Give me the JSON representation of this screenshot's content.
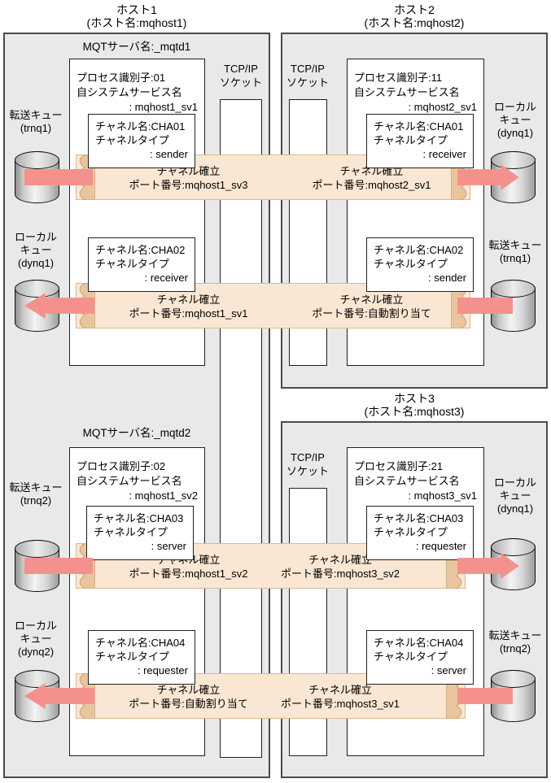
{
  "socket": {
    "line1": "TCP/IP",
    "line2": "ソケット"
  },
  "hosts": [
    {
      "title": "ホスト1",
      "subtitle": "(ホスト名:mqhost1)"
    },
    {
      "title": "ホスト2",
      "subtitle": "(ホスト名:mqhost2)"
    },
    {
      "title": "ホスト3",
      "subtitle": "(ホスト名:mqhost3)"
    }
  ],
  "mqt_servers": [
    {
      "label": "MQTサーバ名:_mqtd1"
    },
    {
      "label": "MQTサーバ名:_mqtd2"
    }
  ],
  "processes": [
    {
      "line1": "プロセス識別子:01",
      "line2": "自システムサービス名",
      "line3": ": mqhost1_sv1"
    },
    {
      "line1": "プロセス識別子:11",
      "line2": "自システムサービス名",
      "line3": ": mqhost2_sv1"
    },
    {
      "line1": "プロセス識別子:02",
      "line2": "自システムサービス名",
      "line3": ": mqhost1_sv2"
    },
    {
      "line1": "プロセス識別子:21",
      "line2": "自システムサービス名",
      "line3": ": mqhost3_sv1"
    }
  ],
  "channels": [
    {
      "line1": "チャネル名:CHA01",
      "line2": "チャネルタイプ",
      "line3": ": sender"
    },
    {
      "line1": "チャネル名:CHA01",
      "line2": "チャネルタイプ",
      "line3": ": receiver"
    },
    {
      "line1": "チャネル名:CHA02",
      "line2": "チャネルタイプ",
      "line3": ": receiver"
    },
    {
      "line1": "チャネル名:CHA02",
      "line2": "チャネルタイプ",
      "line3": ": sender"
    },
    {
      "line1": "チャネル名:CHA03",
      "line2": "チャネルタイプ",
      "line3": ": server"
    },
    {
      "line1": "チャネル名:CHA03",
      "line2": "チャネルタイプ",
      "line3": ": requester"
    },
    {
      "line1": "チャネル名:CHA04",
      "line2": "チャネルタイプ",
      "line3": ": requester"
    },
    {
      "line1": "チャネル名:CHA04",
      "line2": "チャネルタイプ",
      "line3": ": server"
    }
  ],
  "bands": [
    {
      "left_line1": "チャネル確立",
      "left_line2": "ポート番号:mqhost1_sv3",
      "right_line1": "チャネル確立",
      "right_line2": "ポート番号:mqhost2_sv1"
    },
    {
      "left_line1": "チャネル確立",
      "left_line2": "ポート番号:mqhost1_sv1",
      "right_line1": "チャネル確立",
      "right_line2": "ポート番号:自動割り当て"
    },
    {
      "left_line1": "チャネル確立",
      "left_line2": "ポート番号:mqhost1_sv2",
      "right_line1": "チャネル確立",
      "right_line2": "ポート番号:mqhost3_sv2"
    },
    {
      "left_line1": "チャネル確立",
      "left_line2": "ポート番号:自動割り当て",
      "right_line1": "チャネル確立",
      "right_line2": "ポート番号:mqhost3_sv1"
    }
  ],
  "queues": [
    {
      "lines": [
        "転送キュー",
        "(trnq1)"
      ]
    },
    {
      "lines": [
        "ローカル",
        "キュー",
        "(dynq1)"
      ]
    },
    {
      "lines": [
        "転送キュー",
        "(trnq2)"
      ]
    },
    {
      "lines": [
        "ローカル",
        "キュー",
        "(dynq2)"
      ]
    },
    {
      "lines": [
        "ローカル",
        "キュー",
        "(dynq1)"
      ]
    },
    {
      "lines": [
        "転送キュー",
        "(trnq1)"
      ]
    },
    {
      "lines": [
        "ローカル",
        "キュー",
        "(dynq1)"
      ]
    },
    {
      "lines": [
        "転送キュー",
        "(trnq2)"
      ]
    }
  ],
  "colors": {
    "host_fill": "#e9e9e9",
    "box_border": "#1f1f1f",
    "band_fill": "#f9e7d3",
    "band_border": "#ddb78e",
    "band_edge": "#e9c59e",
    "arrow": "#f4918d"
  }
}
